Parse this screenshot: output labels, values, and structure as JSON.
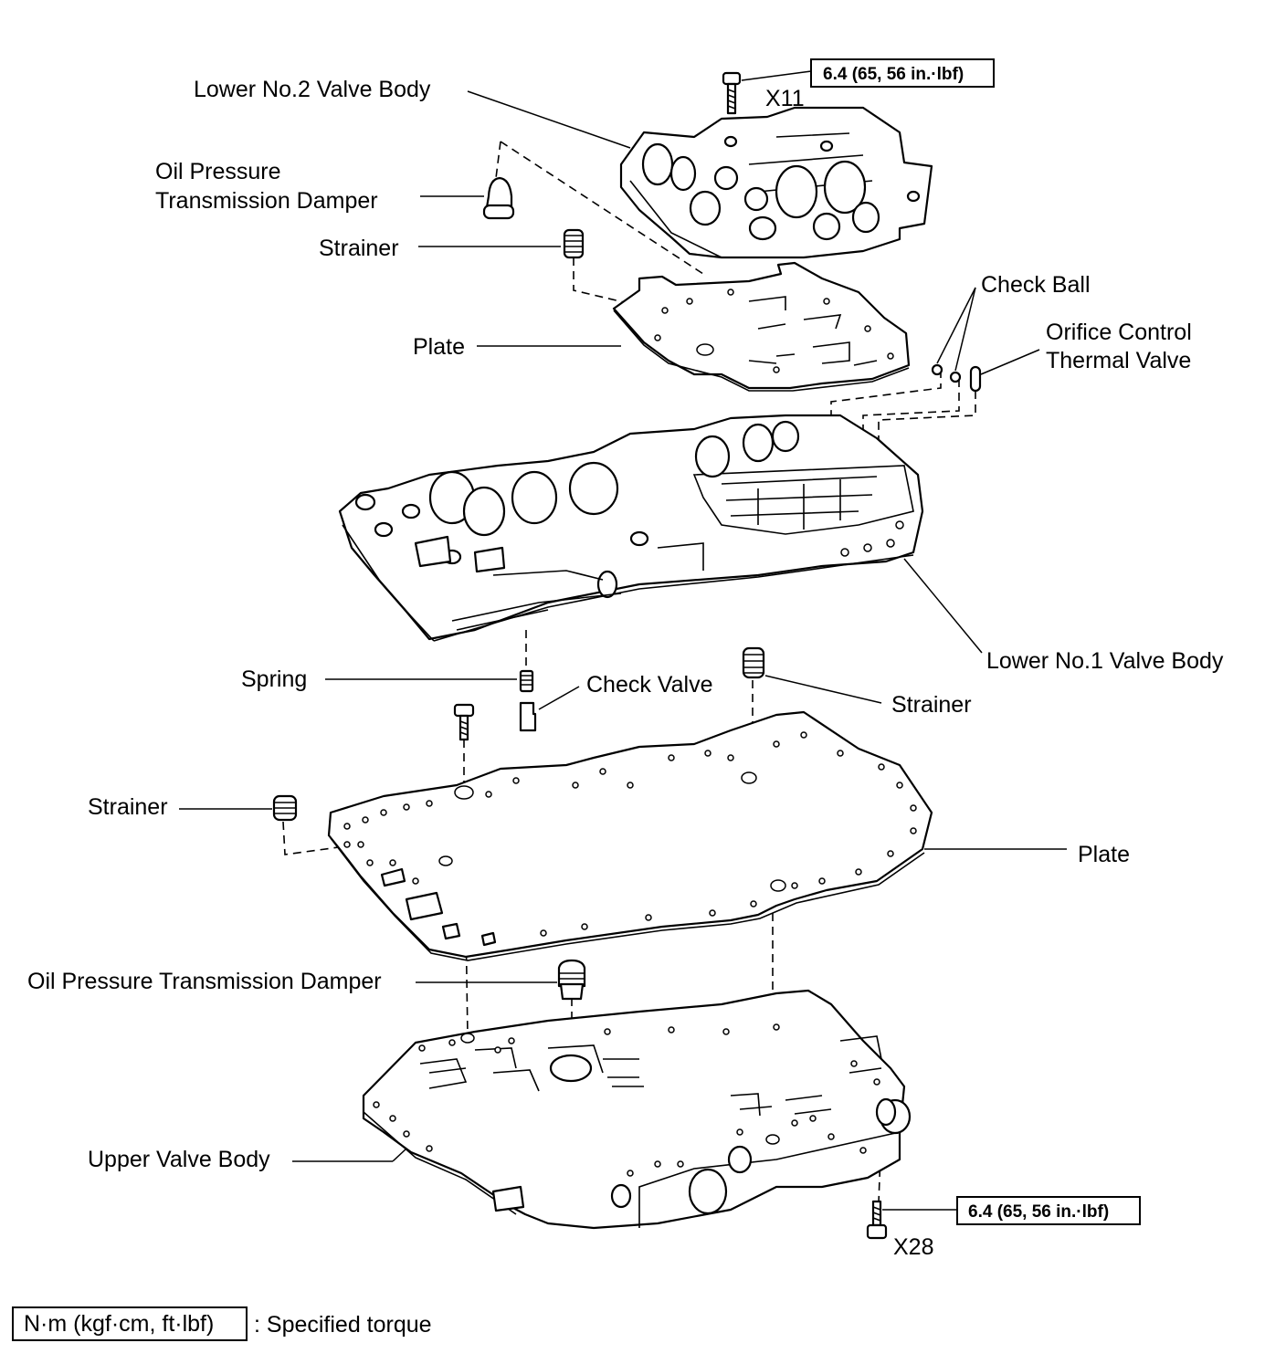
{
  "labels": {
    "lower_no2_valve_body": "Lower No.2 Valve Body",
    "oil_pressure_damper_top_line1": "Oil Pressure",
    "oil_pressure_damper_top_line2": "Transmission Damper",
    "strainer_top": "Strainer",
    "plate_top": "Plate",
    "check_ball": "Check Ball",
    "orifice_line1": "Orifice Control",
    "orifice_line2": "Thermal Valve",
    "lower_no1_valve_body": "Lower No.1 Valve Body",
    "spring": "Spring",
    "check_valve": "Check Valve",
    "strainer_mid": "Strainer",
    "strainer_left": "Strainer",
    "plate_bottom": "Plate",
    "oil_pressure_damper_bottom": "Oil Pressure Transmission Damper",
    "upper_valve_body": "Upper Valve Body"
  },
  "torque_specs": {
    "top": {
      "value": "6.4 (65, 56 in.·lbf)",
      "quantity": "X11"
    },
    "bottom": {
      "value": "6.4 (65, 56 in.·lbf)",
      "quantity": "X28"
    }
  },
  "legend": {
    "unit_box": "N·m (kgf·cm, ft·lbf)",
    "description": ": Specified torque"
  },
  "colors": {
    "ink": "#000000",
    "paper": "#ffffff"
  }
}
